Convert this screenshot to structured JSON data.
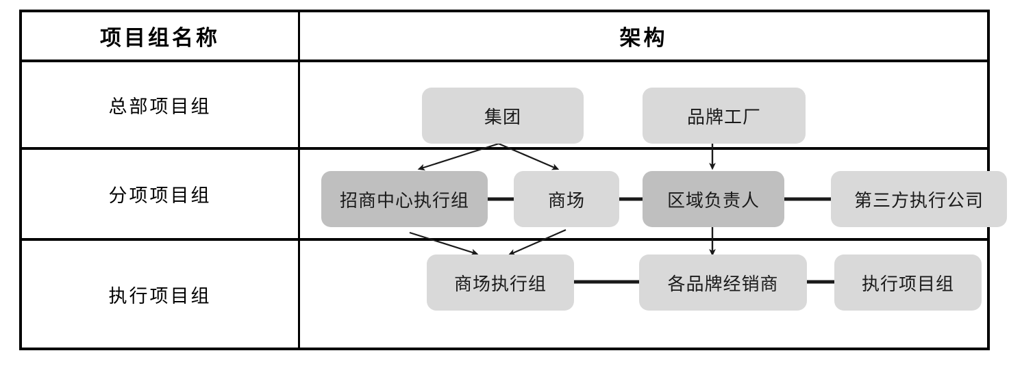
{
  "table": {
    "headers": [
      "项目组名称",
      "架构"
    ],
    "rows": [
      {
        "name": "总部项目组"
      },
      {
        "name": "分项项目组"
      },
      {
        "name": "执行项目组"
      }
    ]
  },
  "diagram": {
    "type": "org-chart",
    "colors": {
      "node_light": "#d9d9d9",
      "node_dark": "#bfbfbf",
      "line": "#1a1a1a",
      "border": "#000000",
      "background": "#ffffff"
    },
    "nodes": [
      {
        "id": "group",
        "label": "集团",
        "shade": "light",
        "row": 1
      },
      {
        "id": "brand-factory",
        "label": "品牌工厂",
        "shade": "light",
        "row": 1
      },
      {
        "id": "invest-center",
        "label": "招商中心执行组",
        "shade": "dark",
        "row": 2
      },
      {
        "id": "mall",
        "label": "商场",
        "shade": "light",
        "row": 2
      },
      {
        "id": "region-head",
        "label": "区域负责人",
        "shade": "dark",
        "row": 2
      },
      {
        "id": "third-party",
        "label": "第三方执行公司",
        "shade": "light",
        "row": 2
      },
      {
        "id": "mall-exec",
        "label": "商场执行组",
        "shade": "light",
        "row": 3
      },
      {
        "id": "brand-dealers",
        "label": "各品牌经销商",
        "shade": "light",
        "row": 3
      },
      {
        "id": "exec-team",
        "label": "执行项目组",
        "shade": "light",
        "row": 3
      }
    ],
    "edges": [
      {
        "from": "group",
        "to": "invest-center",
        "style": "arrow"
      },
      {
        "from": "group",
        "to": "mall",
        "style": "arrow"
      },
      {
        "from": "invest-center",
        "to": "mall-exec",
        "style": "arrow"
      },
      {
        "from": "mall",
        "to": "mall-exec",
        "style": "arrow"
      },
      {
        "from": "brand-factory",
        "to": "region-head",
        "style": "arrow"
      },
      {
        "from": "region-head",
        "to": "brand-dealers",
        "style": "arrow"
      },
      {
        "from": "invest-center",
        "to": "mall",
        "style": "line"
      },
      {
        "from": "mall",
        "to": "region-head",
        "style": "line"
      },
      {
        "from": "region-head",
        "to": "third-party",
        "style": "line"
      },
      {
        "from": "mall-exec",
        "to": "brand-dealers",
        "style": "line"
      },
      {
        "from": "brand-dealers",
        "to": "exec-team",
        "style": "line"
      }
    ]
  }
}
